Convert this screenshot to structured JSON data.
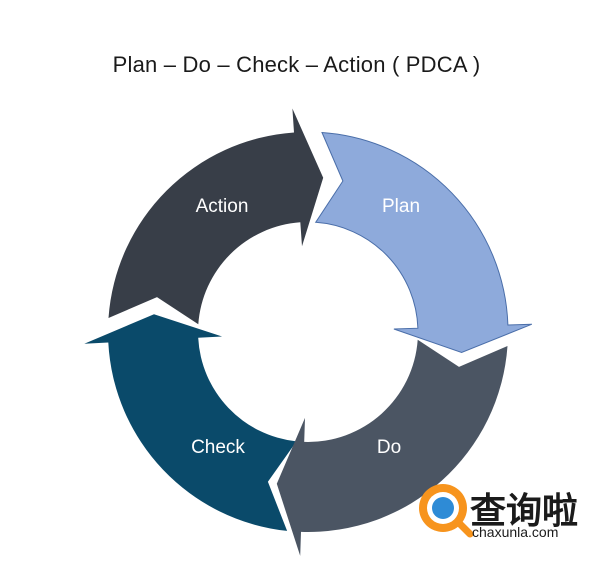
{
  "title": "Plan – Do – Check – Action ( PDCA )",
  "segments": [
    {
      "key": "plan",
      "label": "Plan",
      "color": "#8eaadb"
    },
    {
      "key": "do",
      "label": "Do",
      "color": "#4b5563"
    },
    {
      "key": "check",
      "label": "Check",
      "color": "#0a4a6a"
    },
    {
      "key": "action",
      "label": "Action",
      "color": "#383e48"
    }
  ],
  "watermark": {
    "brand": "查询啦",
    "url": "chaxunla.com",
    "icon": "magnifier-logo-icon",
    "colors": {
      "ring": "#f7941d",
      "inner": "#2e8bd6",
      "text": "#1b1b1b"
    }
  }
}
